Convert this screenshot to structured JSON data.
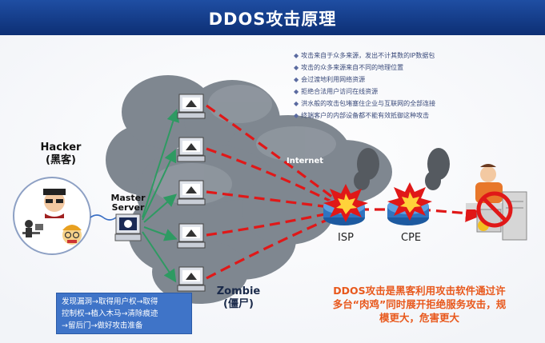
{
  "title": "DDOS攻击原理",
  "hacker": {
    "name": "Hacker",
    "name_cn": "(黑客)"
  },
  "master": {
    "line1": "Master",
    "line2": "Server"
  },
  "zombie": {
    "name": "Zombie",
    "name_cn": "(僵尸)"
  },
  "internet_label": "Internet",
  "isp_label": "ISP",
  "cpe_label": "CPE",
  "features": [
    "攻击来自于众多来源，发出不计其数的IP数据包",
    "攻击的众多来源来自不同的地理位置",
    "会过渡地利用网络资源",
    "拒绝合法用户访问在线资源",
    "洪水般的攻击包堵塞住企业与互联网的全部连接",
    "终端客户的内部设备都不能有效抵御这种攻击"
  ],
  "steps": [
    "发现漏洞→取得用户权→取得",
    "控制权→植入木马→清除痕迹",
    "→留后门→做好攻击准备"
  ],
  "summary": [
    "DDOS攻击是黑客利用攻击软件通过许",
    "多台“肉鸡”同时展开拒绝服务攻击，规",
    "模更大，危害更大"
  ],
  "colors": {
    "title_bar": "#16408e",
    "attack_line": "#e01818",
    "command_arrow": "#2e9a62",
    "cloud": "#7f8790",
    "summary_text": "#e8581c",
    "steps_box": "#3f74c8",
    "router": "#2f74c0"
  }
}
